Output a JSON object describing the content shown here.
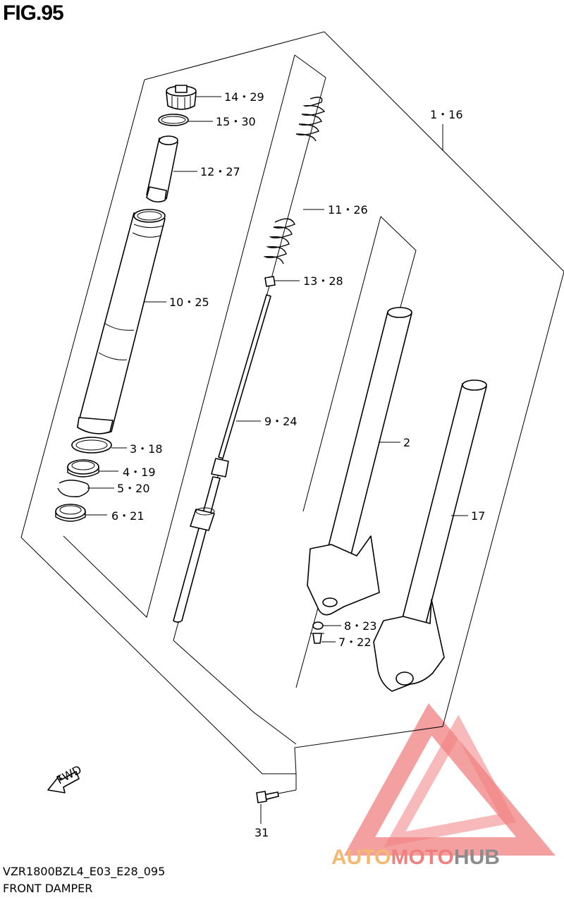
{
  "figure": {
    "title": "FIG.95"
  },
  "footer": {
    "model_code": "VZR1800BZL4_E03_E28_095",
    "section_name": "FRONT DAMPER"
  },
  "watermark": {
    "brand_auto": "AUTO",
    "brand_moto": "MOTO",
    "brand_hub": "HUB",
    "color_red": "#f08080",
    "color_orange": "#f5b870",
    "color_gray": "#8c8c8c"
  },
  "direction_arrow": {
    "text": "FWD",
    "icon": "fwd-arrow-icon"
  },
  "callouts": [
    {
      "id": "14-29",
      "text": "14・29"
    },
    {
      "id": "15-30",
      "text": "15・30"
    },
    {
      "id": "12-27",
      "text": "12・27"
    },
    {
      "id": "11-26",
      "text": "11・26"
    },
    {
      "id": "1-16",
      "text": "1・16"
    },
    {
      "id": "13-28",
      "text": "13・28"
    },
    {
      "id": "10-25",
      "text": "10・25"
    },
    {
      "id": "9-24",
      "text": "9・24"
    },
    {
      "id": "2",
      "text": "2"
    },
    {
      "id": "3-18",
      "text": "3・18"
    },
    {
      "id": "4-19",
      "text": "4・19"
    },
    {
      "id": "5-20",
      "text": "5・20"
    },
    {
      "id": "6-21",
      "text": "6・21"
    },
    {
      "id": "17",
      "text": "17"
    },
    {
      "id": "8-23",
      "text": "8・23"
    },
    {
      "id": "7-22",
      "text": "7・22"
    },
    {
      "id": "31",
      "text": "31"
    }
  ]
}
